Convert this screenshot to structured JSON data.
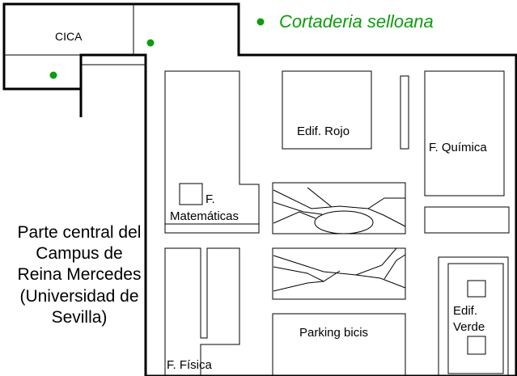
{
  "legend": {
    "species": "Cortaderia selloana",
    "color": "#0a9e0a"
  },
  "buildings": {
    "cica": "CICA",
    "edif_rojo": "Edif. Rojo",
    "f_quimica": "F. Química",
    "f_matematicas_line1": "F.",
    "f_matematicas_line2": "Matemáticas",
    "f_fisica": "F. Física",
    "parking": "Parking bicis",
    "edif_verde_line1": "Edif.",
    "edif_verde_line2": "Verde"
  },
  "caption": {
    "lines": [
      "Parte central del",
      "Campus de",
      "Reina Mercedes",
      "(Universidad de",
      "Sevilla)"
    ]
  },
  "markers": [
    {
      "id": "marker-legend"
    },
    {
      "id": "marker-cica-right"
    },
    {
      "id": "marker-cica-lower"
    }
  ]
}
